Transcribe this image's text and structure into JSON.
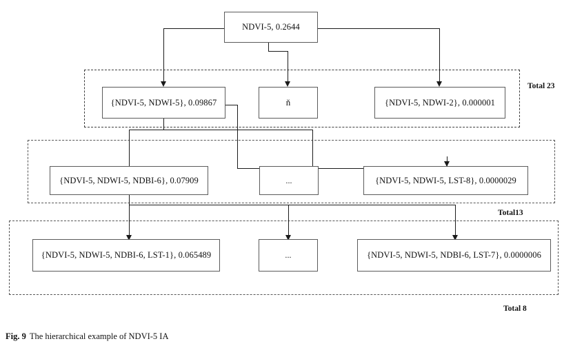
{
  "figure": {
    "label": "Fig. 9",
    "caption": "The hierarchical example of NDVI-5 IA"
  },
  "root": {
    "text": "NDVI-5, 0.2644"
  },
  "levels": [
    {
      "name": "level-2",
      "group_label": "Total 23",
      "nodes": [
        {
          "text": "{NDVI-5, NDWI-5}, 0.09867"
        },
        {
          "text": "ň"
        },
        {
          "text": "{NDVI-5, NDWI-2}, 0.000001"
        }
      ]
    },
    {
      "name": "level-3",
      "group_label": "Total13",
      "nodes": [
        {
          "text": "{NDVI-5, NDWI-5, NDBI-6}, 0.07909"
        },
        {
          "text": "..."
        },
        {
          "text": "{NDVI-5, NDWI-5, LST-8}, 0.0000029"
        }
      ]
    },
    {
      "name": "level-4",
      "group_label": "Total 8",
      "nodes": [
        {
          "text": "{NDVI-5, NDWI-5, NDBI-6, LST-1}, 0.065489"
        },
        {
          "text": "..."
        },
        {
          "text": "{NDVI-5, NDWI-5, NDBI-6, LST-7}, 0.0000006"
        }
      ]
    }
  ],
  "colors": {
    "box_border": "#5a5a5a",
    "connector": "#1a1a1a",
    "group_border": "#3b3b3b",
    "background": "#ffffff"
  }
}
